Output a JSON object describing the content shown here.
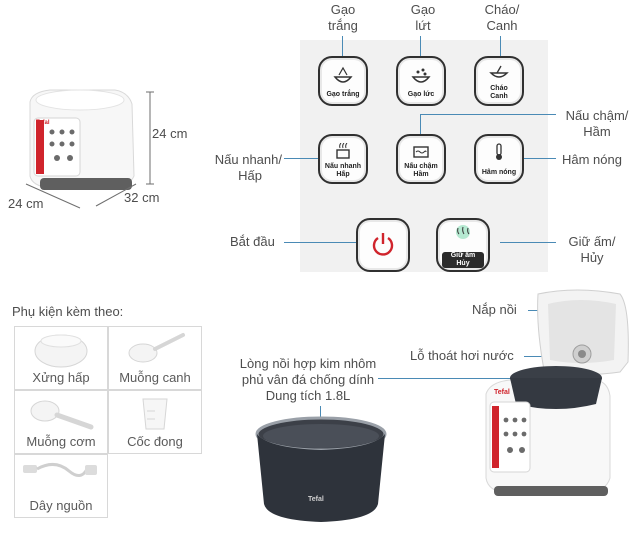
{
  "dimensions": {
    "height": "24 cm",
    "depth": "24 cm",
    "width": "32 cm"
  },
  "panel": {
    "top_labels": [
      {
        "line1": "Gạo",
        "line2": "trắng"
      },
      {
        "line1": "Gạo",
        "line2": "lứt"
      },
      {
        "line1": "Cháo/",
        "line2": "Canh"
      }
    ],
    "buttons": [
      {
        "caption": "Gạo trắng",
        "icon": "rice-bowl-icon"
      },
      {
        "caption": "Gạo lức",
        "icon": "brown-rice-icon"
      },
      {
        "caption1": "Cháo",
        "caption2": "Canh",
        "icon": "soup-bowl-icon"
      },
      {
        "caption1": "Nấu nhanh",
        "caption2": "Hấp",
        "icon": "steam-pot-icon"
      },
      {
        "caption1": "Nấu chậm",
        "caption2": "Hầm",
        "icon": "slow-cook-icon"
      },
      {
        "caption": "Hâm nóng",
        "icon": "thermometer-icon"
      },
      {
        "caption": "",
        "icon": "power-icon"
      },
      {
        "caption1": "Giữ ấm",
        "caption2": "Hủy",
        "icon": "keep-warm-icon"
      }
    ],
    "side_labels": {
      "left_quick_1": "Nấu nhanh/",
      "left_quick_2": "Hấp",
      "left_start": "Bắt đầu",
      "right_slow_1": "Nấu chậm/",
      "right_slow_2": "Hầm",
      "right_reheat": "Hâm nóng",
      "right_warm_1": "Giữ ấm/",
      "right_warm_2": "Hủy"
    }
  },
  "accessories": {
    "title": "Phụ kiện kèm theo:",
    "items": [
      "Xửng hấp",
      "Muỗng canh",
      "Muỗng cơm",
      "Cốc đong",
      "Dây nguồn"
    ]
  },
  "inner_pot": {
    "line1": "Lòng nồi hợp kim nhôm",
    "line2": "phủ vân đá chống dính",
    "line3": "Dung tích 1.8L",
    "brand": "Tefal"
  },
  "open_cooker": {
    "lid_label": "Nắp nồi",
    "vent_label": "Lỗ thoát hơi nước"
  },
  "cooker_brand": "Tefal",
  "colors": {
    "leader_line": "#4a8ab5",
    "panel_bg": "#f1f1f1",
    "accent_red": "#d0242c",
    "glow_green": "#2ec27e"
  }
}
